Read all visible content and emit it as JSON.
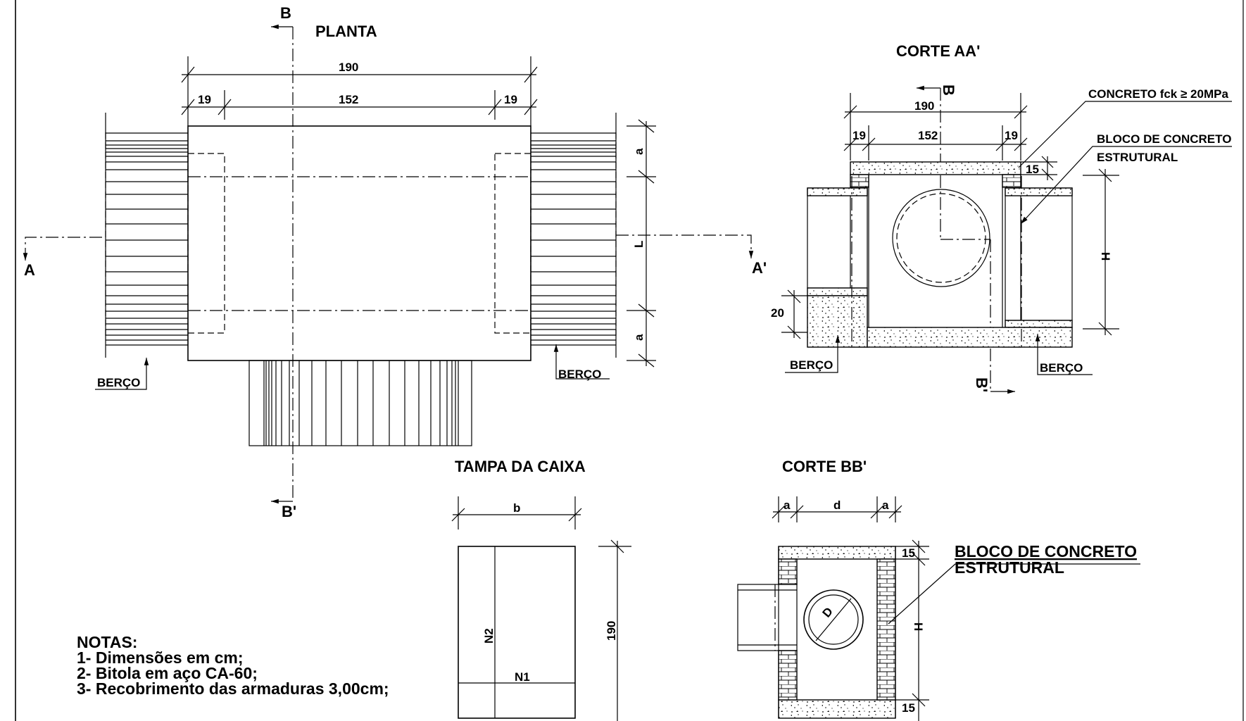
{
  "views": {
    "planta": {
      "title": "PLANTA",
      "dims": {
        "total": "190",
        "left": "19",
        "middle": "152",
        "right": "19",
        "side_a_top": "a",
        "side_L": "L",
        "side_a_bottom": "a"
      },
      "section_marks": {
        "b_top": "B",
        "b_bottom": "B'",
        "a_left": "A",
        "a_right": "A'"
      },
      "labels": {
        "berco_left": "BERÇO",
        "berco_right": "BERÇO"
      }
    },
    "corte_aa": {
      "title": "CORTE AA'",
      "dims": {
        "total": "190",
        "left": "19",
        "middle": "152",
        "right": "19",
        "slab": "15",
        "height": "H",
        "base": "20"
      },
      "section_marks": {
        "b_top": "B",
        "b_bottom": "B'"
      },
      "labels": {
        "concrete": "CONCRETO fck ≥ 20MPa",
        "block_line1": "BLOCO DE CONCRETO",
        "block_line2": "ESTRUTURAL",
        "berco_left": "BERÇO",
        "berco_right": "BERÇO"
      }
    },
    "tampa": {
      "title": "TAMPA DA CAIXA",
      "dims": {
        "width": "b",
        "length": "190"
      },
      "labels": {
        "n1": "N1",
        "n2": "N2"
      }
    },
    "corte_bb": {
      "title": "CORTE BB'",
      "dims": {
        "a_left": "a",
        "d": "d",
        "a_right": "a",
        "slab_top": "15",
        "height": "H",
        "slab_bottom": "15"
      },
      "labels": {
        "block_line1": "BLOCO DE CONCRETO",
        "block_line2": "ESTRUTURAL",
        "diameter": "D"
      }
    }
  },
  "notes": {
    "heading": "NOTAS:",
    "items": [
      "1- Dimensões em cm;",
      "2- Bitola em aço CA-60;",
      "3- Recobrimento das armaduras 3,00cm;"
    ]
  }
}
